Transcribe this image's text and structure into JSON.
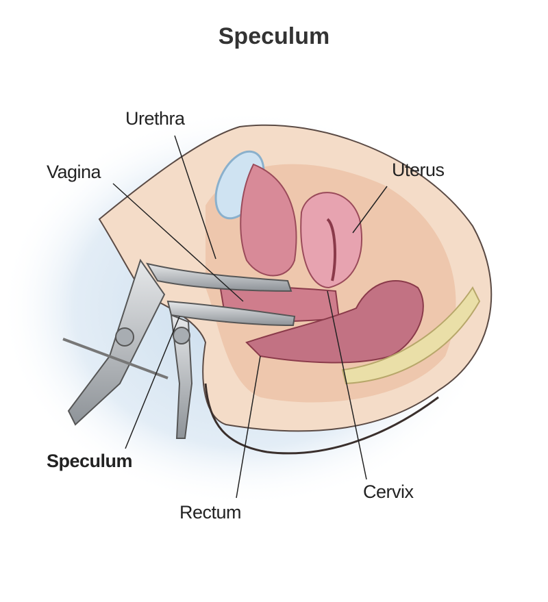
{
  "title": "Speculum",
  "labels": {
    "urethra": "Urethra",
    "vagina": "Vagina",
    "uterus": "Uterus",
    "speculum": "Speculum",
    "cervix": "Cervix",
    "rectum": "Rectum"
  }
}
